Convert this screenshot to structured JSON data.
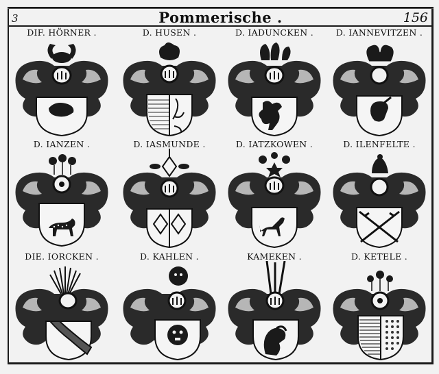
{
  "page": {
    "left_number": "3",
    "title": "Pommerische .",
    "page_number": "156"
  },
  "rows": [
    {
      "cells": [
        {
          "label": "DIF. HÖRNER .",
          "charge": "boar-head",
          "crest": "horns",
          "shield": "plain"
        },
        {
          "label": "D. HUSEN .",
          "charge": "half-barry-half-plant",
          "crest": "feathers",
          "shield": "per-pale"
        },
        {
          "label": "D. IADUNCKEN .",
          "charge": "griffin",
          "crest": "feathers",
          "shield": "plain"
        },
        {
          "label": "D. IANNEVITZEN .",
          "charge": "bull-head",
          "crest": "feathers",
          "shield": "plain"
        }
      ]
    },
    {
      "cells": [
        {
          "label": "D. IANZEN .",
          "charge": "leopard",
          "crest": "flowers",
          "shield": "plain"
        },
        {
          "label": "D. IASMUNDE .",
          "charge": "lozenges",
          "crest": "lozenge",
          "shield": "per-pale"
        },
        {
          "label": "D. IATZKOWEN .",
          "charge": "horse",
          "crest": "star-and-lilies",
          "shield": "plain"
        },
        {
          "label": "D. ILENFELTE .",
          "charge": "crossed-swords",
          "crest": "cap",
          "shield": "per-saltire"
        }
      ]
    },
    {
      "cells": [
        {
          "label": "DIE. IORCKEN .",
          "charge": "bend",
          "crest": "arrows",
          "shield": "plain"
        },
        {
          "label": "D. KAHLEN .",
          "charge": "lion-face",
          "crest": "lion-face",
          "shield": "plain"
        },
        {
          "label": "KAMEKEN .",
          "charge": "ram-head",
          "crest": "spears",
          "shield": "plain"
        },
        {
          "label": "D. KETELE .",
          "charge": "barry-and-bezants",
          "crest": "flowers",
          "shield": "per-pale"
        }
      ]
    }
  ],
  "colors": {
    "ink": "#111111",
    "paper": "#f2f2f2"
  }
}
